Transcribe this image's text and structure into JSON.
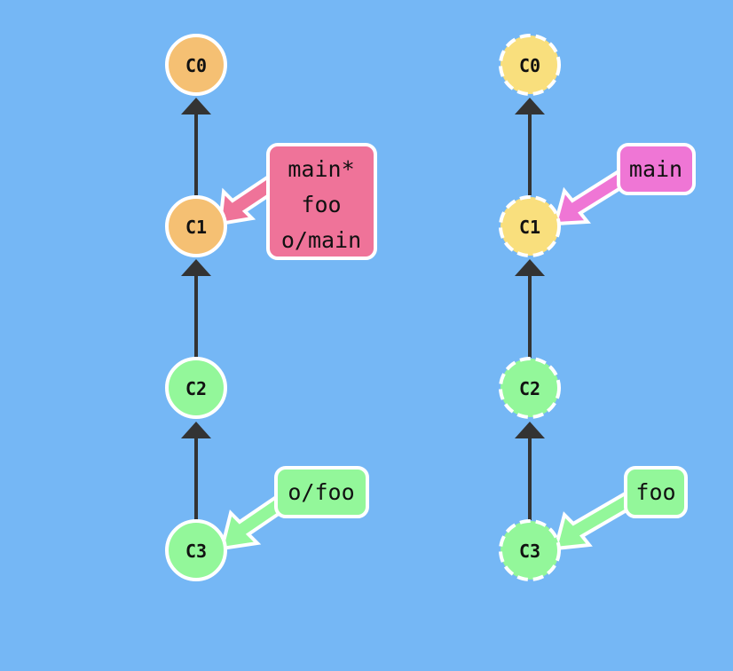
{
  "colors": {
    "background": "#75b7f5",
    "edge": "#333333",
    "stroke": "#ffffff",
    "local_commit": "#f5c073",
    "local_branch_commit": "#93f79a",
    "remote_commit": "#f9df7d",
    "remote_branch_commit": "#93f79a",
    "tag_main_local": "#ef7399",
    "tag_main_remote": "#ef76d5",
    "tag_foo": "#93f79a"
  },
  "local": {
    "commits": [
      {
        "id": "C0",
        "color": "#f5c073"
      },
      {
        "id": "C1",
        "color": "#f5c073"
      },
      {
        "id": "C2",
        "color": "#93f79a"
      },
      {
        "id": "C3",
        "color": "#93f79a"
      }
    ],
    "labels": [
      {
        "target": "C1",
        "lines": [
          "main*",
          "foo",
          "o/main"
        ],
        "color": "#ef7399"
      },
      {
        "target": "C3",
        "lines": [
          "o/foo"
        ],
        "color": "#93f79a"
      }
    ]
  },
  "remote": {
    "commits": [
      {
        "id": "C0",
        "color": "#f9df7d"
      },
      {
        "id": "C1",
        "color": "#f9df7d"
      },
      {
        "id": "C2",
        "color": "#93f79a"
      },
      {
        "id": "C3",
        "color": "#93f79a"
      }
    ],
    "labels": [
      {
        "target": "C1",
        "lines": [
          "main"
        ],
        "color": "#ef76d5"
      },
      {
        "target": "C3",
        "lines": [
          "foo"
        ],
        "color": "#93f79a"
      }
    ]
  }
}
